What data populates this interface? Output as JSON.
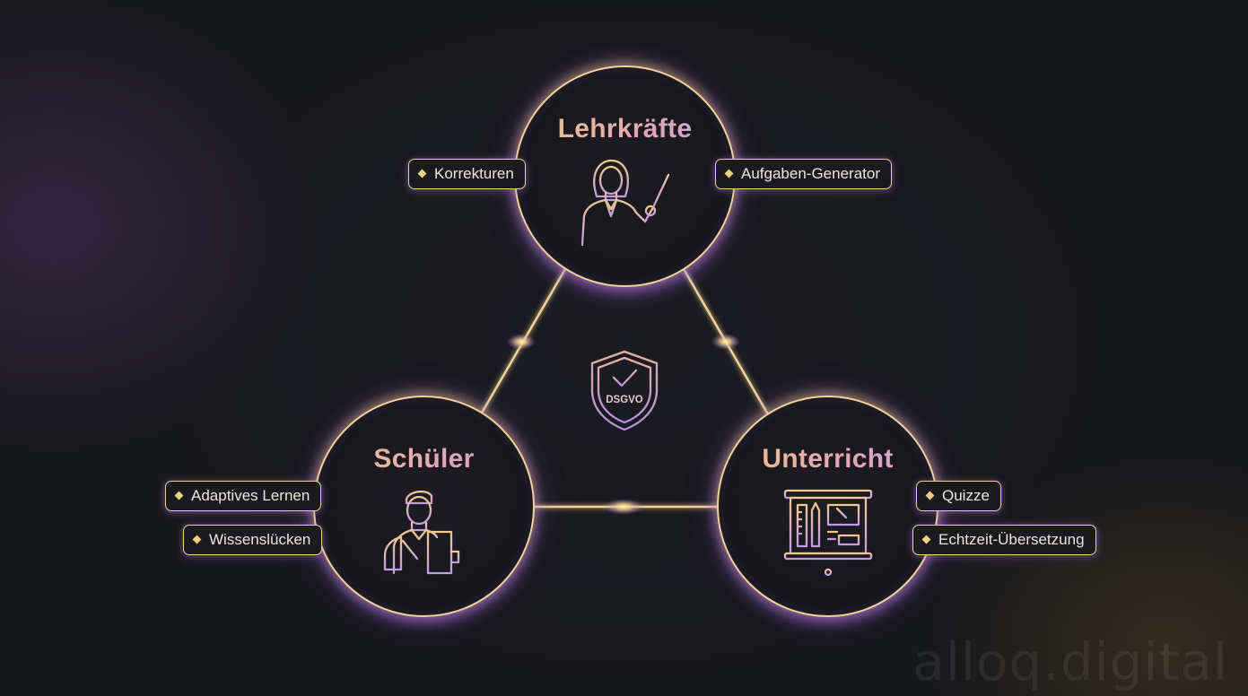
{
  "nodes": {
    "teachers": {
      "title": "Lehrkräfte",
      "icon": "teacher-icon"
    },
    "students": {
      "title": "Schüler",
      "icon": "student-icon"
    },
    "lessons": {
      "title": "Unterricht",
      "icon": "whiteboard-icon"
    }
  },
  "features": {
    "teachers": [
      "Korrekturen",
      "Aufgaben-Generator"
    ],
    "students": [
      "Adaptives Lernen",
      "Wissenslücken"
    ],
    "lessons": [
      "Quizze",
      "Echtzeit-Übersetzung"
    ]
  },
  "center": {
    "shield_label": "DSGVO",
    "icon": "shield-check-icon"
  },
  "watermark": "alloq.digital",
  "colors": {
    "gold": "#f0d49a",
    "purple": "#b07ae8",
    "background": "#17181c"
  }
}
